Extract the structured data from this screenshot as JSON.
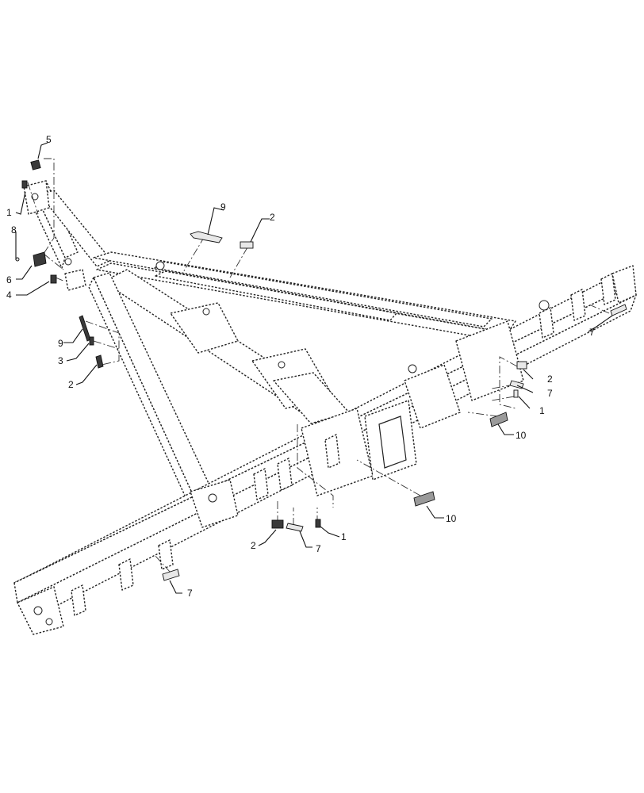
{
  "callouts": [
    {
      "id": "c5",
      "text": "5"
    },
    {
      "id": "c1a",
      "text": "1"
    },
    {
      "id": "c8",
      "text": "8"
    },
    {
      "id": "c6",
      "text": "6"
    },
    {
      "id": "c4",
      "text": "4"
    },
    {
      "id": "c9a",
      "text": "9"
    },
    {
      "id": "c2a",
      "text": "2"
    },
    {
      "id": "c9b",
      "text": "9"
    },
    {
      "id": "c3",
      "text": "3"
    },
    {
      "id": "c2b",
      "text": "2"
    },
    {
      "id": "c7a",
      "text": "7"
    },
    {
      "id": "c2c",
      "text": "2"
    },
    {
      "id": "c7b",
      "text": "7"
    },
    {
      "id": "c1b",
      "text": "1"
    },
    {
      "id": "c10a",
      "text": "10"
    },
    {
      "id": "c10b",
      "text": "10"
    },
    {
      "id": "c2d",
      "text": "2"
    },
    {
      "id": "c7c",
      "text": "7"
    },
    {
      "id": "c1c",
      "text": "1"
    },
    {
      "id": "c7d",
      "text": "7"
    }
  ]
}
